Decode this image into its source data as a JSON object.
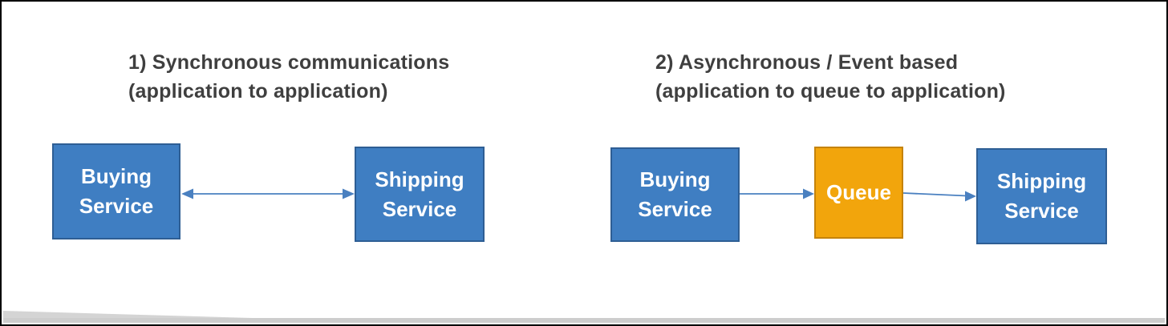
{
  "colors": {
    "frame_border": "#000000",
    "title_text": "#3f3f3f",
    "box_text": "#ffffff",
    "service_fill": "#3f7ec2",
    "service_border": "#2e5e94",
    "queue_fill": "#f2a50c",
    "queue_border": "#c5830b",
    "arrow": "#4a80c0",
    "shadow": "#cdcdcd"
  },
  "sections": [
    {
      "title_line1": "1) Synchronous communications",
      "title_line2": "(application to application)",
      "connection": "bidirectional-arrow",
      "nodes": [
        {
          "type": "service",
          "line1": "Buying",
          "line2": "Service"
        },
        {
          "type": "service",
          "line1": "Shipping",
          "line2": "Service"
        }
      ]
    },
    {
      "title_line1": "2) Asynchronous / Event based",
      "title_line2": "(application to queue to application)",
      "connection": "one-way-arrows",
      "nodes": [
        {
          "type": "service",
          "line1": "Buying",
          "line2": "Service"
        },
        {
          "type": "queue",
          "line1": "Queue"
        },
        {
          "type": "service",
          "line1": "Shipping",
          "line2": "Service"
        }
      ]
    }
  ]
}
